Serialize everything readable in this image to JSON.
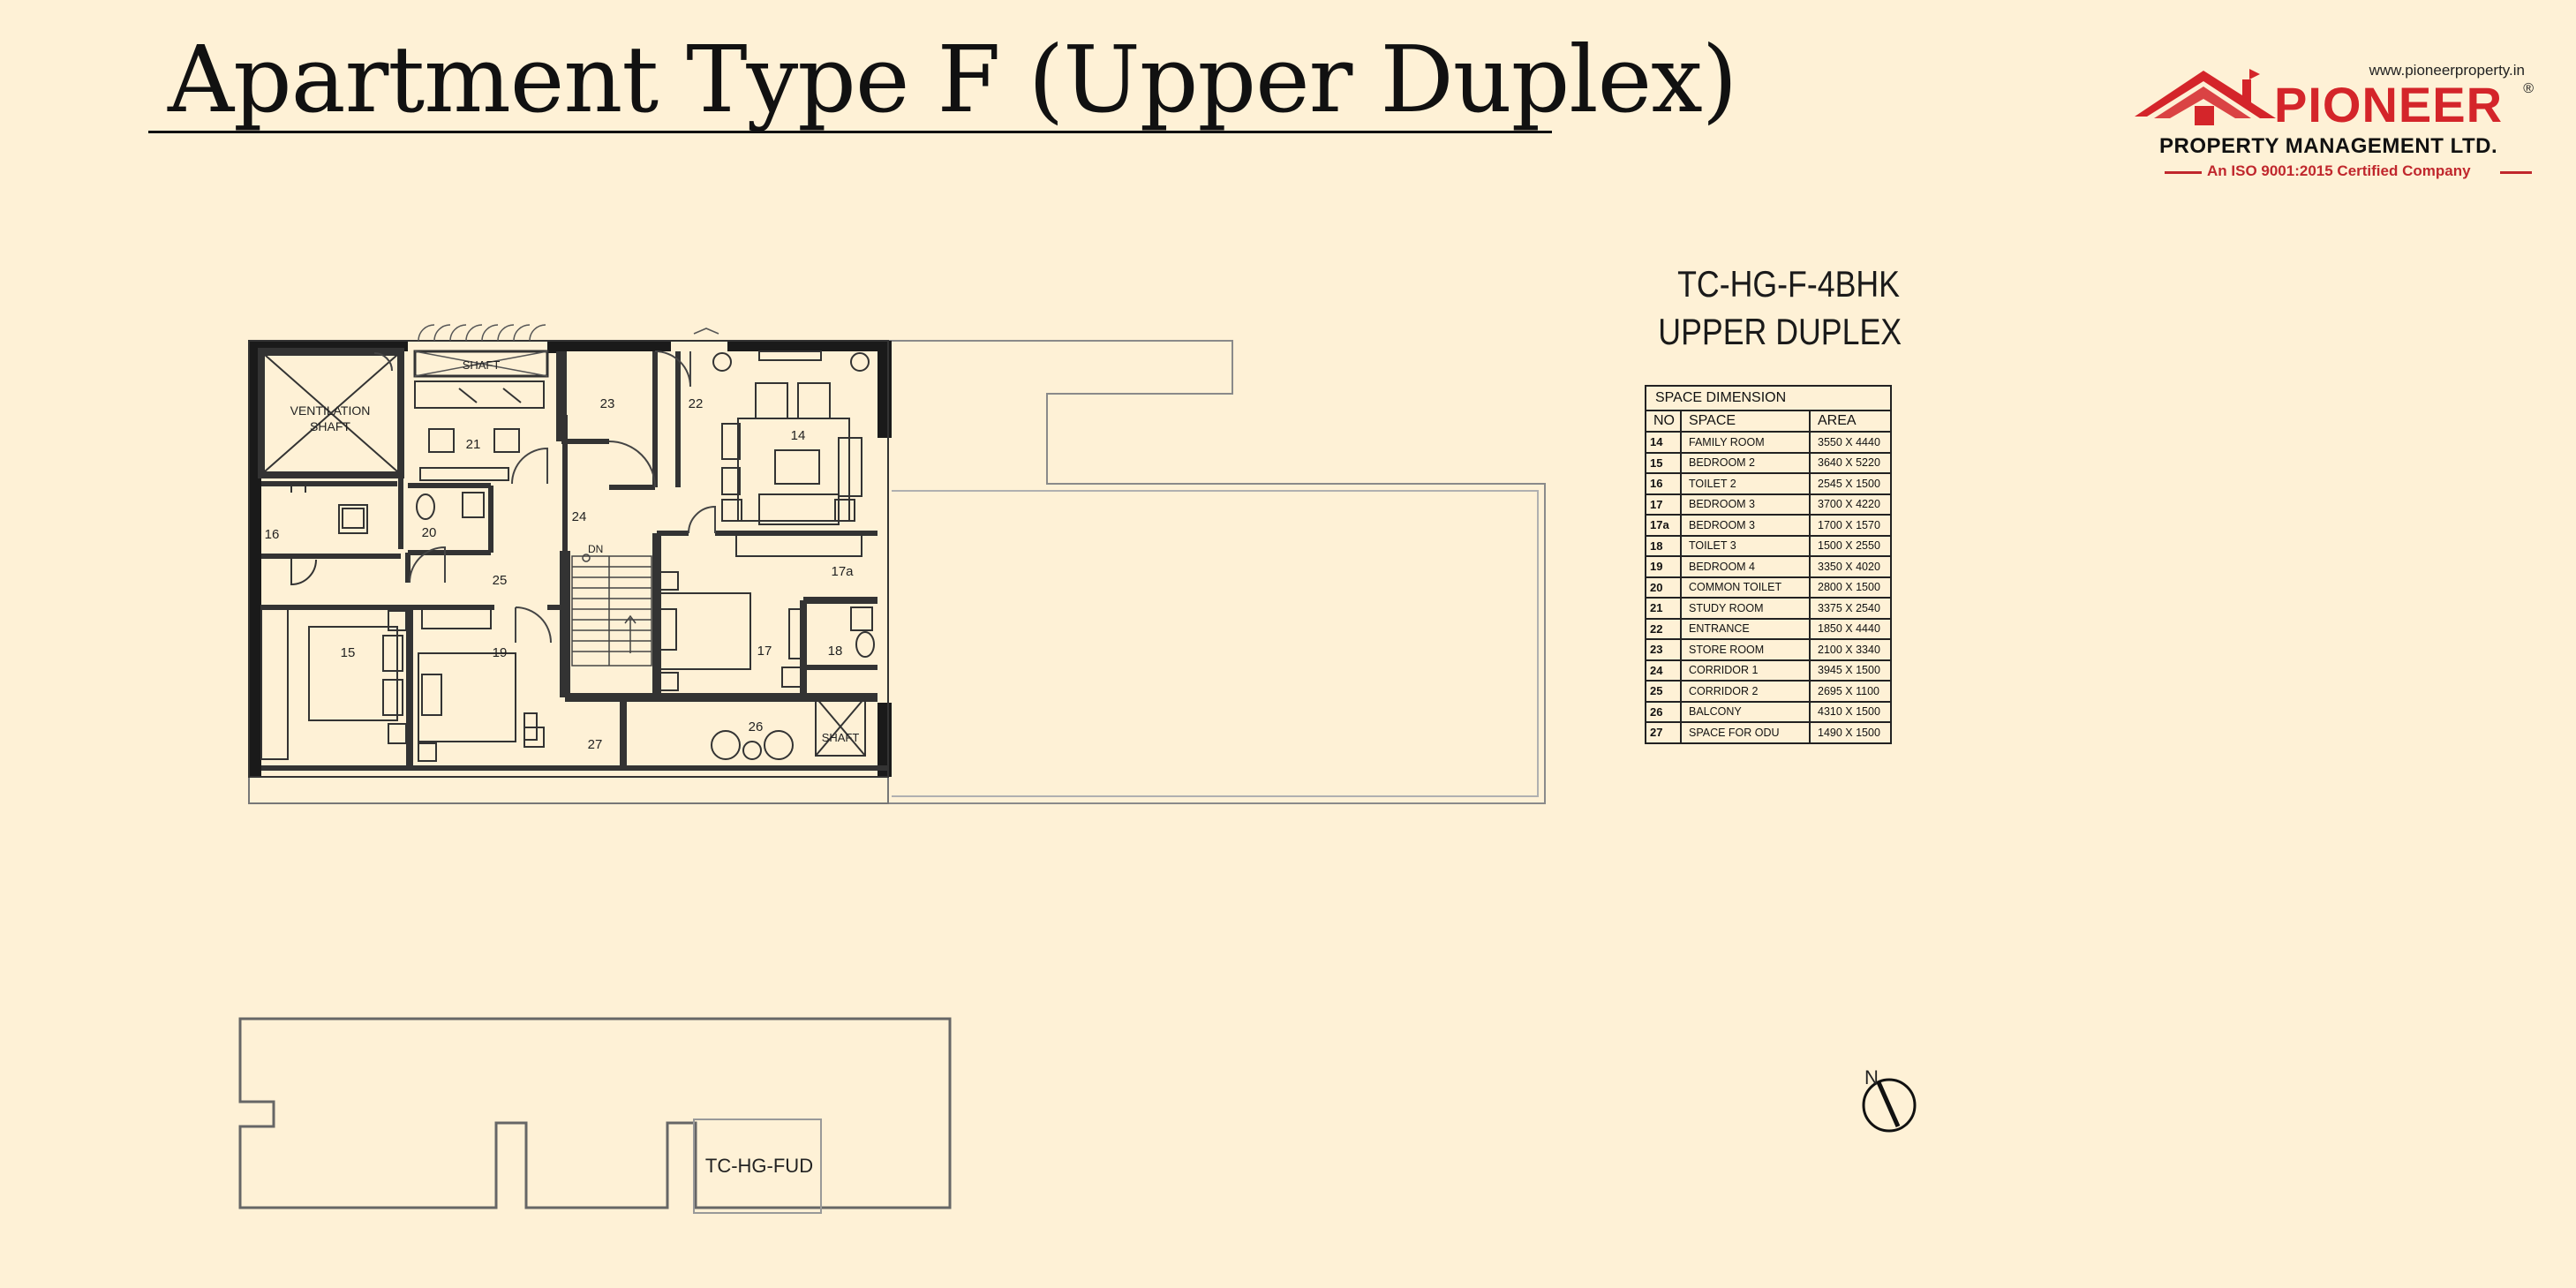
{
  "title": "Apartment Type F (Upper Duplex)",
  "logo": {
    "url": "www.pioneerproperty.in",
    "brand": "PIONEER",
    "registered": "®",
    "company": "PROPERTY MANAGEMENT LTD.",
    "certification": "An ISO 9001:2015 Certified Company",
    "colors": {
      "red": "#d4252a",
      "dark_red": "#c0272d"
    }
  },
  "unit_code": {
    "line1": "TC-HG-F-4BHK",
    "line2": "UPPER DUPLEX"
  },
  "space_table": {
    "caption": "SPACE DIMENSION",
    "headers": {
      "no": "NO",
      "space": "SPACE",
      "area": "AREA"
    },
    "rows": [
      {
        "no": "14",
        "space": "FAMILY ROOM",
        "area": "3550 X 4440"
      },
      {
        "no": "15",
        "space": "BEDROOM 2",
        "area": "3640 X 5220"
      },
      {
        "no": "16",
        "space": "TOILET 2",
        "area": "2545 X 1500"
      },
      {
        "no": "17",
        "space": "BEDROOM 3",
        "area": "3700 X 4220"
      },
      {
        "no": "17a",
        "space": "BEDROOM 3",
        "area": "1700 X 1570"
      },
      {
        "no": "18",
        "space": "TOILET 3",
        "area": "1500 X 2550"
      },
      {
        "no": "19",
        "space": "BEDROOM 4",
        "area": "3350 X 4020"
      },
      {
        "no": "20",
        "space": "COMMON TOILET",
        "area": "2800 X 1500"
      },
      {
        "no": "21",
        "space": "STUDY ROOM",
        "area": "3375 X 2540"
      },
      {
        "no": "22",
        "space": "ENTRANCE",
        "area": "1850 X 4440"
      },
      {
        "no": "23",
        "space": "STORE ROOM",
        "area": "2100 X 3340"
      },
      {
        "no": "24",
        "space": "CORRIDOR 1",
        "area": "3945 X 1500"
      },
      {
        "no": "25",
        "space": "CORRIDOR 2",
        "area": "2695 X 1100"
      },
      {
        "no": "26",
        "space": "BALCONY",
        "area": "4310 X 1500"
      },
      {
        "no": "27",
        "space": "SPACE FOR ODU",
        "area": "1490 X 1500"
      }
    ]
  },
  "floor_plan": {
    "labels": {
      "ventilation_shaft": [
        "VENTILATION",
        "SHAFT"
      ],
      "shaft_top": "SHAFT",
      "shaft_bottom": "SHAFT",
      "stair_dn": "DN",
      "room_numbers": [
        "14",
        "15",
        "16",
        "17",
        "17a",
        "18",
        "19",
        "20",
        "21",
        "22",
        "23",
        "24",
        "25",
        "26",
        "27"
      ]
    },
    "colors": {
      "wall": "#1a1a1a",
      "outline": "#555555",
      "terrace": "#9a9a9a"
    }
  },
  "key_plan": {
    "label": "TC-HG-FUD"
  },
  "compass": {
    "label": "N"
  }
}
